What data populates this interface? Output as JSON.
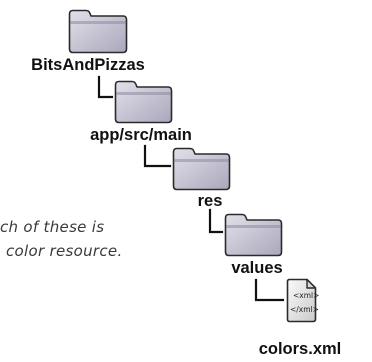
{
  "diagram": {
    "nodes": [
      {
        "label": "BitsAndPizzas",
        "kind": "folder"
      },
      {
        "label": "app/src/main",
        "kind": "folder"
      },
      {
        "label": "res",
        "kind": "folder"
      },
      {
        "label": "values",
        "kind": "folder"
      },
      {
        "label": "colors.xml",
        "kind": "file",
        "file_tags": [
          "<xml>",
          "</xml>"
        ]
      }
    ],
    "annotation": {
      "lines": [
        "ch of these is",
        "color resource."
      ]
    },
    "colors": {
      "folder_light": "#dcdbe5",
      "folder_dark": "#a7a5b9",
      "file_light": "#f7f7f7",
      "file_dark": "#c9c9c9",
      "connector": "#111111"
    }
  }
}
